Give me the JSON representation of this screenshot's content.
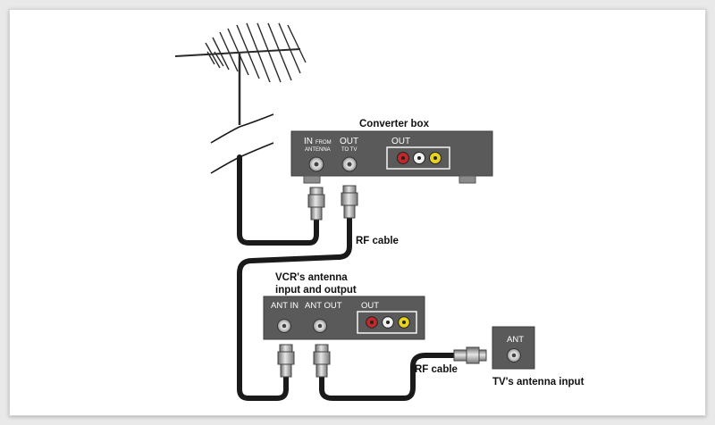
{
  "diagram": {
    "converter_box": {
      "title": "Converter box",
      "in_label": "IN",
      "in_sub": "FROM",
      "in_sub2": "ANTENNA",
      "out_label": "OUT",
      "out_sub": "TO TV",
      "av_out_label": "OUT"
    },
    "rf_cable_top": "RF cable",
    "vcr": {
      "caption_line1": "VCR's antenna",
      "caption_line2": "input and output",
      "ant_in": "ANT IN",
      "ant_out": "ANT OUT",
      "av_out_label": "OUT"
    },
    "rf_cable_bottom": "RF cable",
    "tv": {
      "ant_label": "ANT",
      "caption": "TV's antenna input"
    },
    "colors": {
      "box": "#5a5a5a",
      "cable": "#1a1a1a",
      "rca_red": "#c0282b",
      "rca_white": "#f2f2f2",
      "rca_yellow": "#e8d21c"
    }
  }
}
